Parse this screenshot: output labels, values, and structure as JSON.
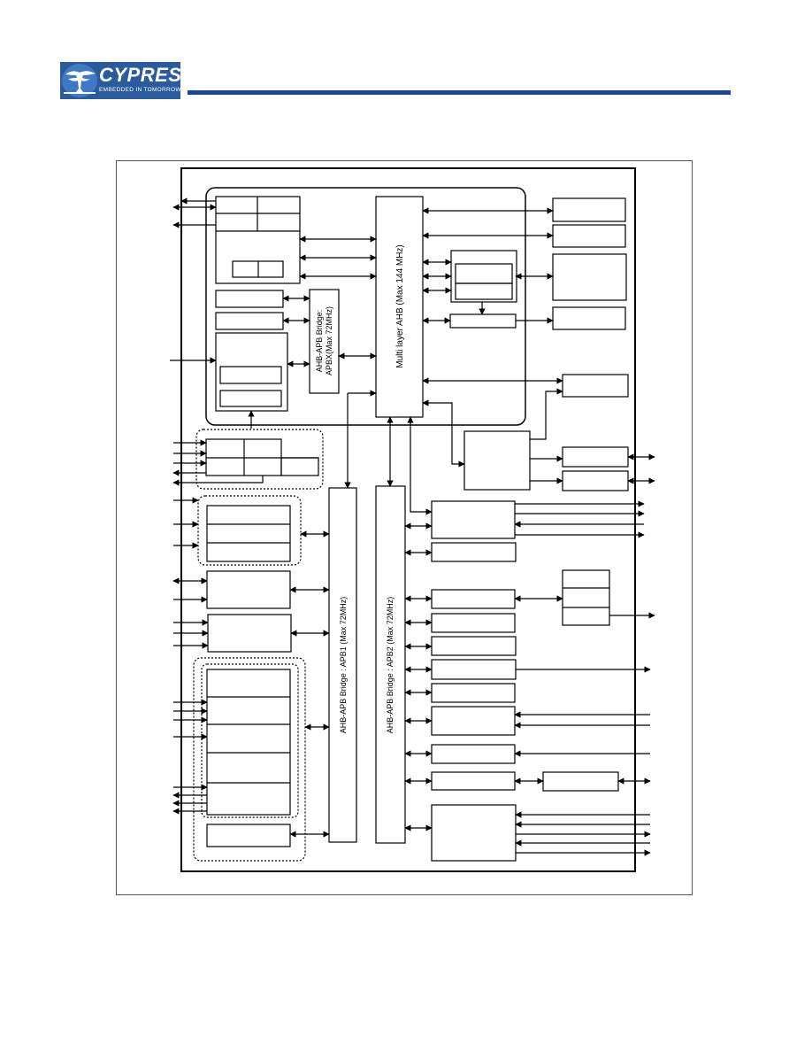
{
  "header": {
    "logo_text": "CYPRESS",
    "logo_tagline": "EMBEDDED IN TOMORROW"
  },
  "diagram": {
    "ahb_label": "Multi layer AHB (Max 144 MHz)",
    "apbx_label_line1": "AHB-APB Bridge:",
    "apbx_label_line2": "APBX(Max 72MHz)",
    "apb1_label": "AHB-APB Bridge : APB1 (Max 72MHz)",
    "apb2_label": "AHB-APB Bridge : APB2 (Max 72MHz)"
  },
  "colors": {
    "logo_bg": "#2a5b9c",
    "header_bar": "#17479e",
    "line": "#000000"
  }
}
